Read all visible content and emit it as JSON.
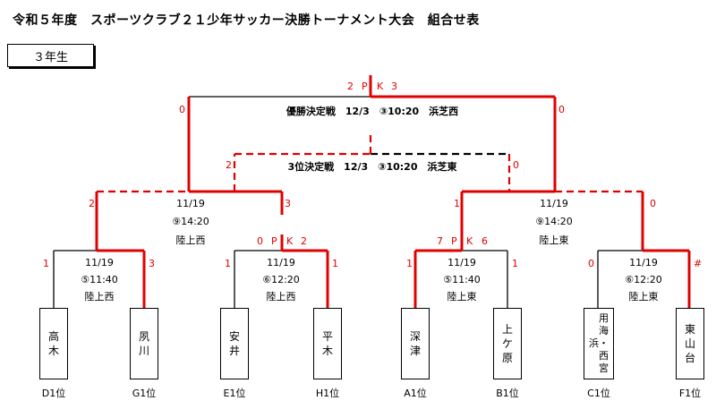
{
  "title": "令和５年度　スポーツクラブ２１少年サッカー決勝トーナメント大会　組合せ表",
  "grade": "３年生",
  "colors": {
    "winner": "#e00000",
    "line": "#000000"
  },
  "final": {
    "label": "優勝決定戦　12/3　③10:20　浜芝西",
    "left_score": "0",
    "right_score": "0",
    "pk": [
      "2",
      "P",
      "K",
      "3"
    ]
  },
  "third": {
    "label": "3位決定戦　12/3　③10:20　浜芝東",
    "left_score": "2",
    "right_score": "0"
  },
  "semis": [
    {
      "date": "11/19",
      "time": "⑨14:20",
      "venue": "陸上西",
      "left_score": "2",
      "right_score": "3"
    },
    {
      "date": "11/19",
      "time": "⑨14:20",
      "venue": "陸上東",
      "left_score": "1",
      "right_score": "0"
    }
  ],
  "quarters": [
    {
      "date": "11/19",
      "time": "⑤11:40",
      "venue": "陸上西",
      "left_score": "1",
      "right_score": "3",
      "pk": []
    },
    {
      "date": "11/19",
      "time": "⑥12:20",
      "venue": "陸上西",
      "left_score": "1",
      "right_score": "1",
      "pk": [
        "0",
        "P",
        "K",
        "2"
      ]
    },
    {
      "date": "11/19",
      "time": "⑤11:40",
      "venue": "陸上東",
      "left_score": "1",
      "right_score": "1",
      "pk": [
        "7",
        "P",
        "K",
        "6"
      ]
    },
    {
      "date": "11/19",
      "time": "⑥12:20",
      "venue": "陸上東",
      "left_score": "0",
      "right_score": "#",
      "pk": []
    }
  ],
  "teams": [
    {
      "name": [
        "高",
        "木"
      ],
      "seed": "D1位"
    },
    {
      "name": [
        "夙",
        "川"
      ],
      "seed": "G1位"
    },
    {
      "name": [
        "安",
        "井"
      ],
      "seed": "E1位"
    },
    {
      "name": [
        "平",
        "木"
      ],
      "seed": "H1位"
    },
    {
      "name": [
        "深",
        "津"
      ],
      "seed": "A1位"
    },
    {
      "name": [
        "上",
        "ケ",
        "原"
      ],
      "seed": "B1位"
    },
    {
      "name": [
        "用",
        "海",
        "・",
        "西"
      ],
      "name2": [
        "浜",
        "",
        "",
        "宮"
      ],
      "seed": "C1位"
    },
    {
      "name": [
        "東",
        "山",
        "台"
      ],
      "seed": "F1位"
    }
  ]
}
